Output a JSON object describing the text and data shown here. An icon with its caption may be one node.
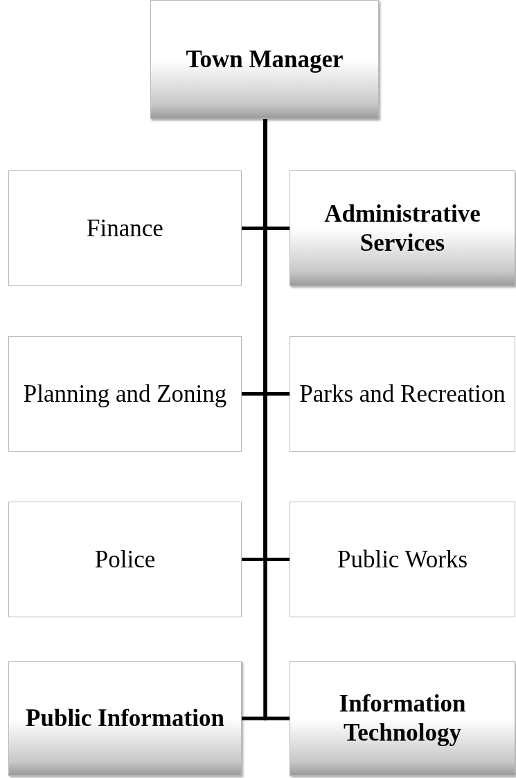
{
  "diagram": {
    "nodes": [
      {
        "text": [
          "Town Manager"
        ]
      },
      {
        "text": [
          "Finance"
        ]
      },
      {
        "text": [
          "Administrative Services"
        ]
      },
      {
        "text": [
          "Planning and Zoning"
        ]
      },
      {
        "text": [
          "Parks and Recreation"
        ]
      },
      {
        "text": [
          "Police"
        ]
      },
      {
        "text": [
          "Public Works"
        ]
      },
      {
        "text": [
          "Public Information"
        ]
      },
      {
        "text": [
          "Information Technology"
        ]
      }
    ],
    "edges": [
      {
        "from": 0,
        "to": 1,
        "arrow": "none"
      },
      {
        "from": 0,
        "to": 2,
        "arrow": "none"
      },
      {
        "from": 0,
        "to": 3,
        "arrow": "none"
      },
      {
        "from": 0,
        "to": 4,
        "arrow": "none"
      },
      {
        "from": 0,
        "to": 5,
        "arrow": "none"
      },
      {
        "from": 0,
        "to": 6,
        "arrow": "none"
      },
      {
        "from": 0,
        "to": 7,
        "arrow": "none"
      },
      {
        "from": 0,
        "to": 8,
        "arrow": "none"
      }
    ]
  }
}
